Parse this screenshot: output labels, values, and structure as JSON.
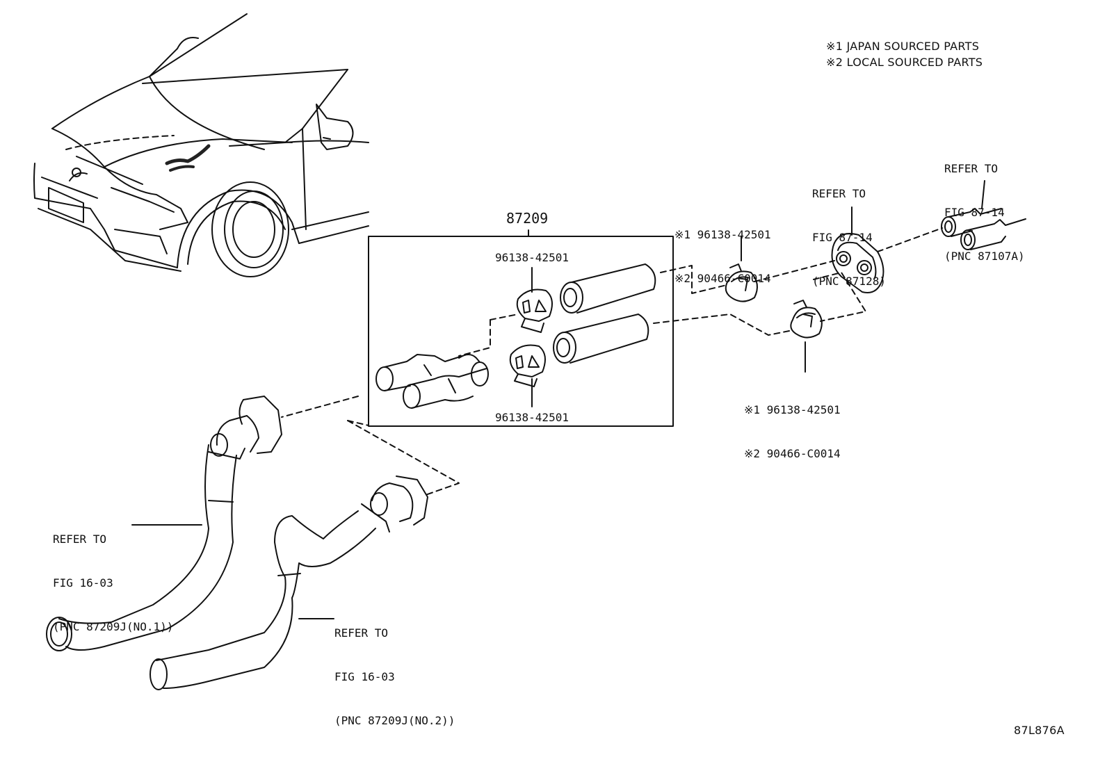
{
  "legend": {
    "line1": "※1 JAPAN SOURCED PARTS",
    "line2": "※2 LOCAL SOURCED PARTS"
  },
  "assembly": {
    "part_number": "87209"
  },
  "callouts": {
    "inner_clamp_top": "96138-42501",
    "inner_clamp_bottom": "96138-42501",
    "clamp_upper": {
      "line1": "※1 96138-42501",
      "line2": "※2 90466-C0014"
    },
    "clamp_lower": {
      "line1": "※1 96138-42501",
      "line2": "※2 90466-C0014"
    }
  },
  "references": {
    "grommet": {
      "line1": "REFER TO",
      "line2": "FIG 87-14",
      "line3": "(PNC 87128)"
    },
    "pipes": {
      "line1": "REFER TO",
      "line2": "FIG 87-14",
      "line3": "(PNC 87107A)"
    },
    "hose_no1": {
      "line1": "REFER TO",
      "line2": "FIG 16-03",
      "line3": "(PNC 87209J(NO.1))"
    },
    "hose_no2": {
      "line1": "REFER TO",
      "line2": "FIG 16-03",
      "line3": "(PNC 87209J(NO.2))"
    }
  },
  "drawing_id": "87L876A"
}
